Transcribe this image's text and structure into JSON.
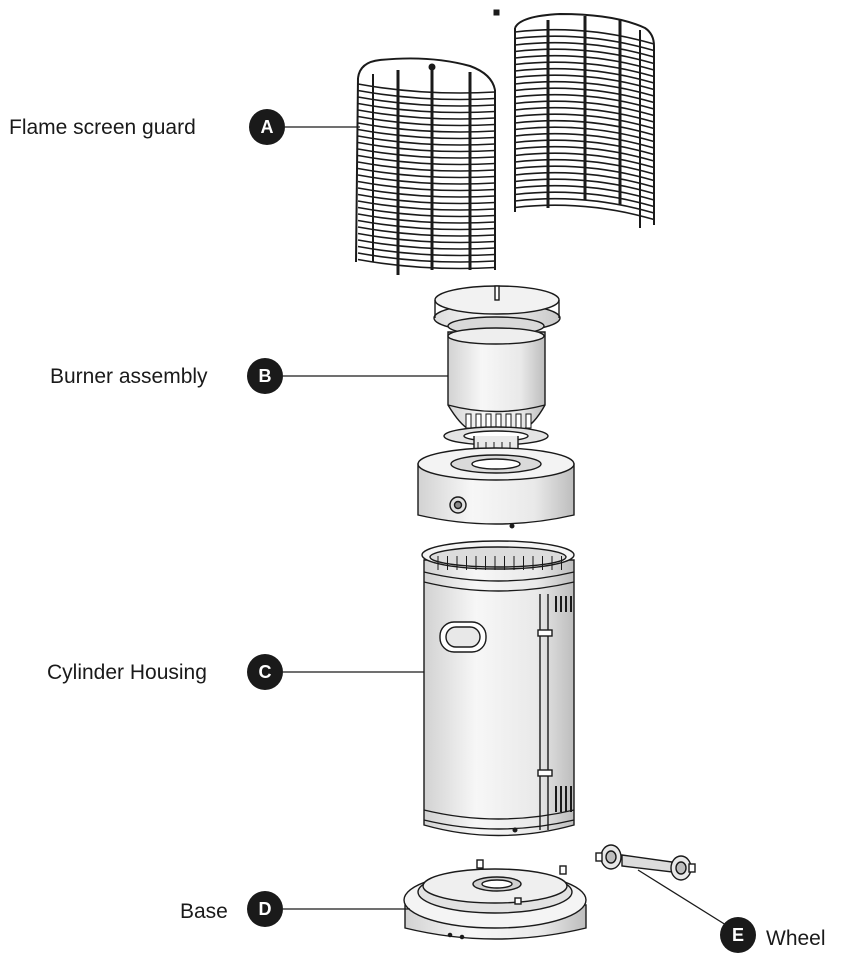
{
  "parts": [
    {
      "id": "A",
      "label": "Flame screen guard"
    },
    {
      "id": "B",
      "label": "Burner assembly"
    },
    {
      "id": "C",
      "label": "Cylinder Housing"
    },
    {
      "id": "D",
      "label": "Base"
    },
    {
      "id": "E",
      "label": "Wheel"
    }
  ],
  "colors": {
    "ink": "#1a1a1a",
    "metal_light": "#f4f4f4",
    "metal_mid": "#d9d9d9",
    "metal_dark": "#9a9a9a"
  }
}
